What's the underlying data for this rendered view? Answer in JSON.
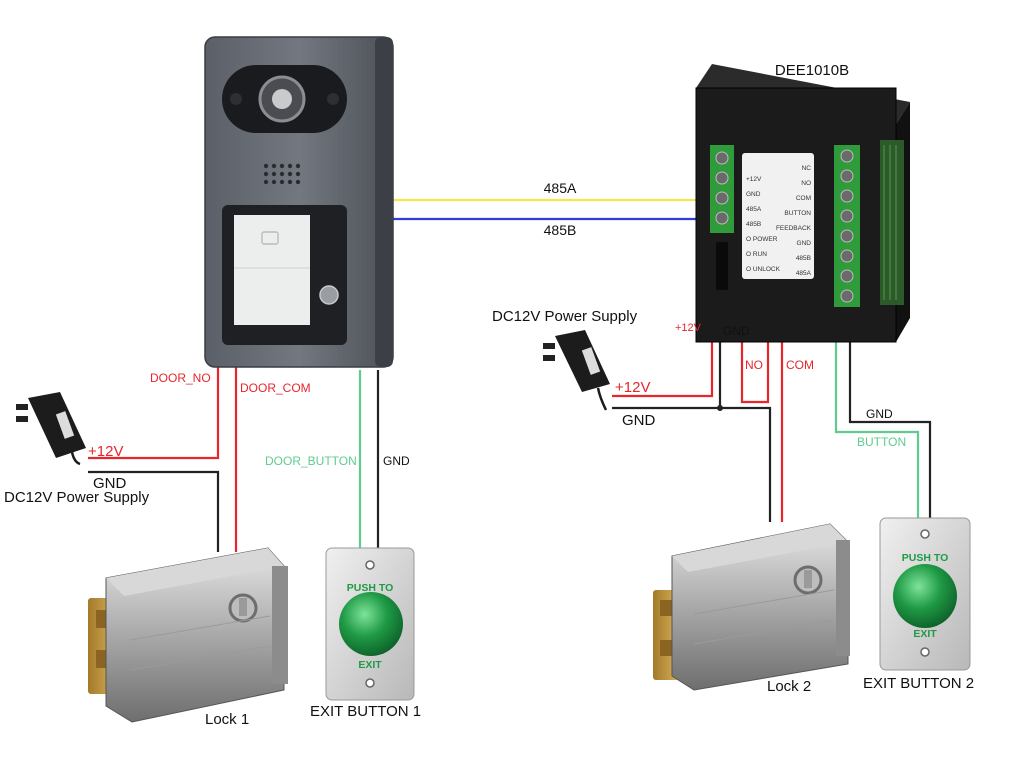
{
  "module": {
    "title": "DEE1010B",
    "left_terminals": [
      "+12V",
      "GND",
      "485A",
      "485B"
    ],
    "indicators": [
      "O POWER",
      "O RUN",
      "O UNLOCK"
    ],
    "right_terminals": [
      "NC",
      "NO",
      "COM",
      "BUTTON",
      "FEEDBACK",
      "GND",
      "485B",
      "485A"
    ]
  },
  "bus": {
    "a_label": "485A",
    "b_label": "485B"
  },
  "left_side": {
    "door_no": "DOOR_NO",
    "door_com": "DOOR_COM",
    "door_button": "DOOR_BUTTON",
    "gnd": "GND",
    "psu_plus": "+12V",
    "psu_gnd": "GND",
    "psu_label": "DC12V Power Supply",
    "lock_label": "Lock 1",
    "exit_label": "EXIT BUTTON 1"
  },
  "right_side": {
    "psu_label": "DC12V Power Supply",
    "psu_plus": "+12V",
    "psu_gnd": "GND",
    "mod_plus": "+12V",
    "mod_gnd": "GND",
    "no": "NO",
    "com": "COM",
    "gnd": "GND",
    "button": "BUTTON",
    "lock_label": "Lock 2",
    "exit_label": "EXIT BUTTON 2"
  },
  "push_button": {
    "top_text": "PUSH TO",
    "bottom_text": "EXIT"
  },
  "colors": {
    "red": "#e8262b",
    "black": "#222222",
    "green_wire": "#5fcc8e",
    "yellow": "#f5e84a",
    "blue": "#2f3fd6"
  }
}
